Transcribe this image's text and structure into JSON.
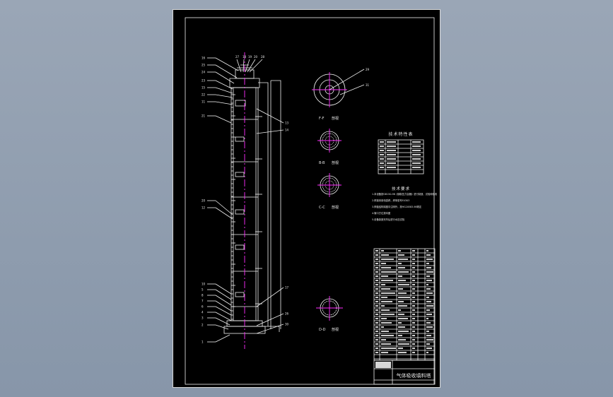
{
  "drawing": {
    "title_block_name": "气体吸收填料塔",
    "tech_table_title": "技术特性表",
    "tech_requirements_title": "技术要求",
    "tech_requirements_lines": [
      "1.本设备按GB150-98《钢制压力容器》进行制造、试验和验收",
      "2.焊接采用电弧焊，焊条型号E4303",
      "3.焊缝结构除图中注明外，按HG20583-98规定",
      "4.管口方位按本图",
      "5.设备制造完毕后进行水压试验"
    ],
    "section_labels": [
      {
        "letter": "F-F",
        "caption": "剖视"
      },
      {
        "letter": "B-B",
        "caption": "剖视"
      },
      {
        "letter": "C-C",
        "caption": "剖视"
      },
      {
        "letter": "D-D",
        "caption": "剖视"
      }
    ],
    "leader_numbers_left": [
      "16",
      "25",
      "24",
      "23",
      "15",
      "22",
      "11",
      "21",
      "20",
      "12",
      "10",
      "5",
      "8",
      "7",
      "6",
      "4",
      "3",
      "2",
      "1"
    ],
    "leader_numbers_top": [
      "27",
      "18",
      "19",
      "20",
      "28"
    ],
    "leader_numbers_right": [
      "13",
      "14",
      "17",
      "26",
      "30"
    ]
  },
  "colors": {
    "background": "#8e9bad",
    "sheet": "#000000",
    "lines": "#f0f0f0",
    "centerline": "#ff2cff"
  }
}
